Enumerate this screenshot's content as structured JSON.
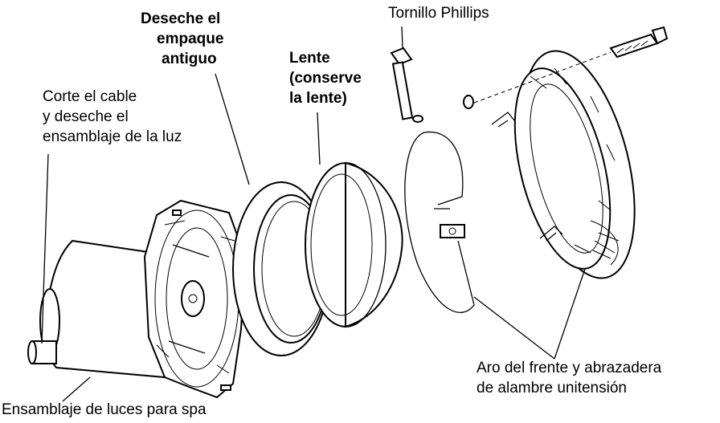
{
  "labels": {
    "phillips_screw": "Tornillo Phillips",
    "gasket": [
      "Deseche el",
      "empaque",
      "antiguo"
    ],
    "lens": [
      "Lente",
      "(conserve",
      "la lente)"
    ],
    "cut_cable": [
      "Corte el cable",
      "y deseche el",
      "ensamblaje de la luz"
    ],
    "front_ring": [
      "Aro del frente y abrazadera",
      "de alambre unitensión"
    ],
    "spa_light_assembly": "Ensamblaje de luces para spa"
  }
}
